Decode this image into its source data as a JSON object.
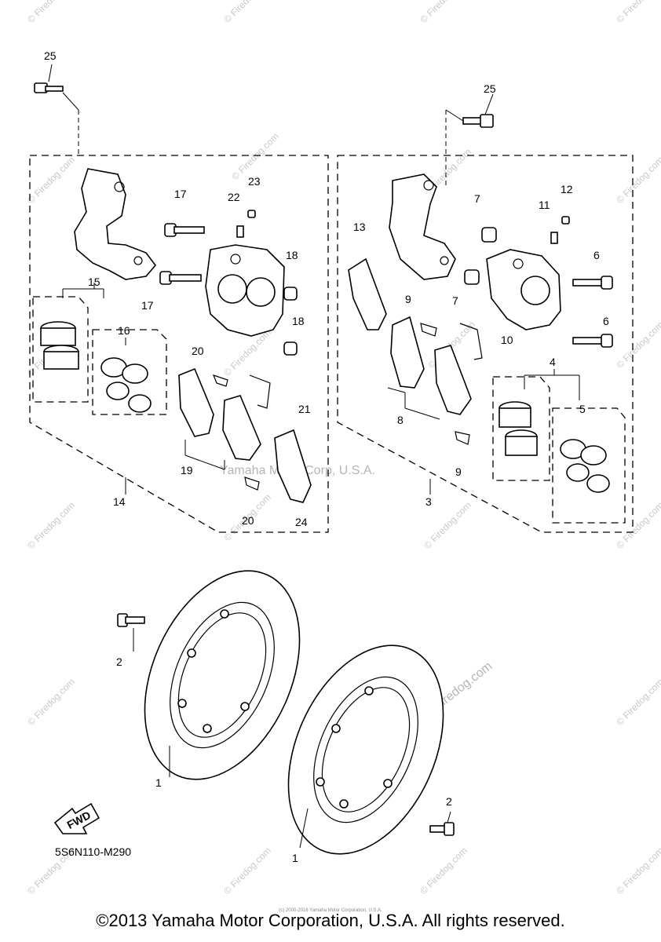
{
  "callouts": [
    "1",
    "1",
    "2",
    "2",
    "3",
    "4",
    "5",
    "6",
    "6",
    "7",
    "7",
    "8",
    "9",
    "9",
    "10",
    "11",
    "12",
    "13",
    "14",
    "15",
    "16",
    "17",
    "17",
    "18",
    "18",
    "19",
    "20",
    "20",
    "21",
    "22",
    "23",
    "24",
    "25",
    "25"
  ],
  "diagram_code": "5S6N110-M290",
  "fwd_label": "FWD",
  "watermark_center": "Yamaha Motor Corp, U.S.A.",
  "watermark_firedog": "© Firedog.com",
  "footer": "©2013 Yamaha Motor Corporation, U.S.A. All rights reserved.",
  "footer_tiny": "(c) 2000-2016 Yamaha Motor Corporation, U.S.A."
}
